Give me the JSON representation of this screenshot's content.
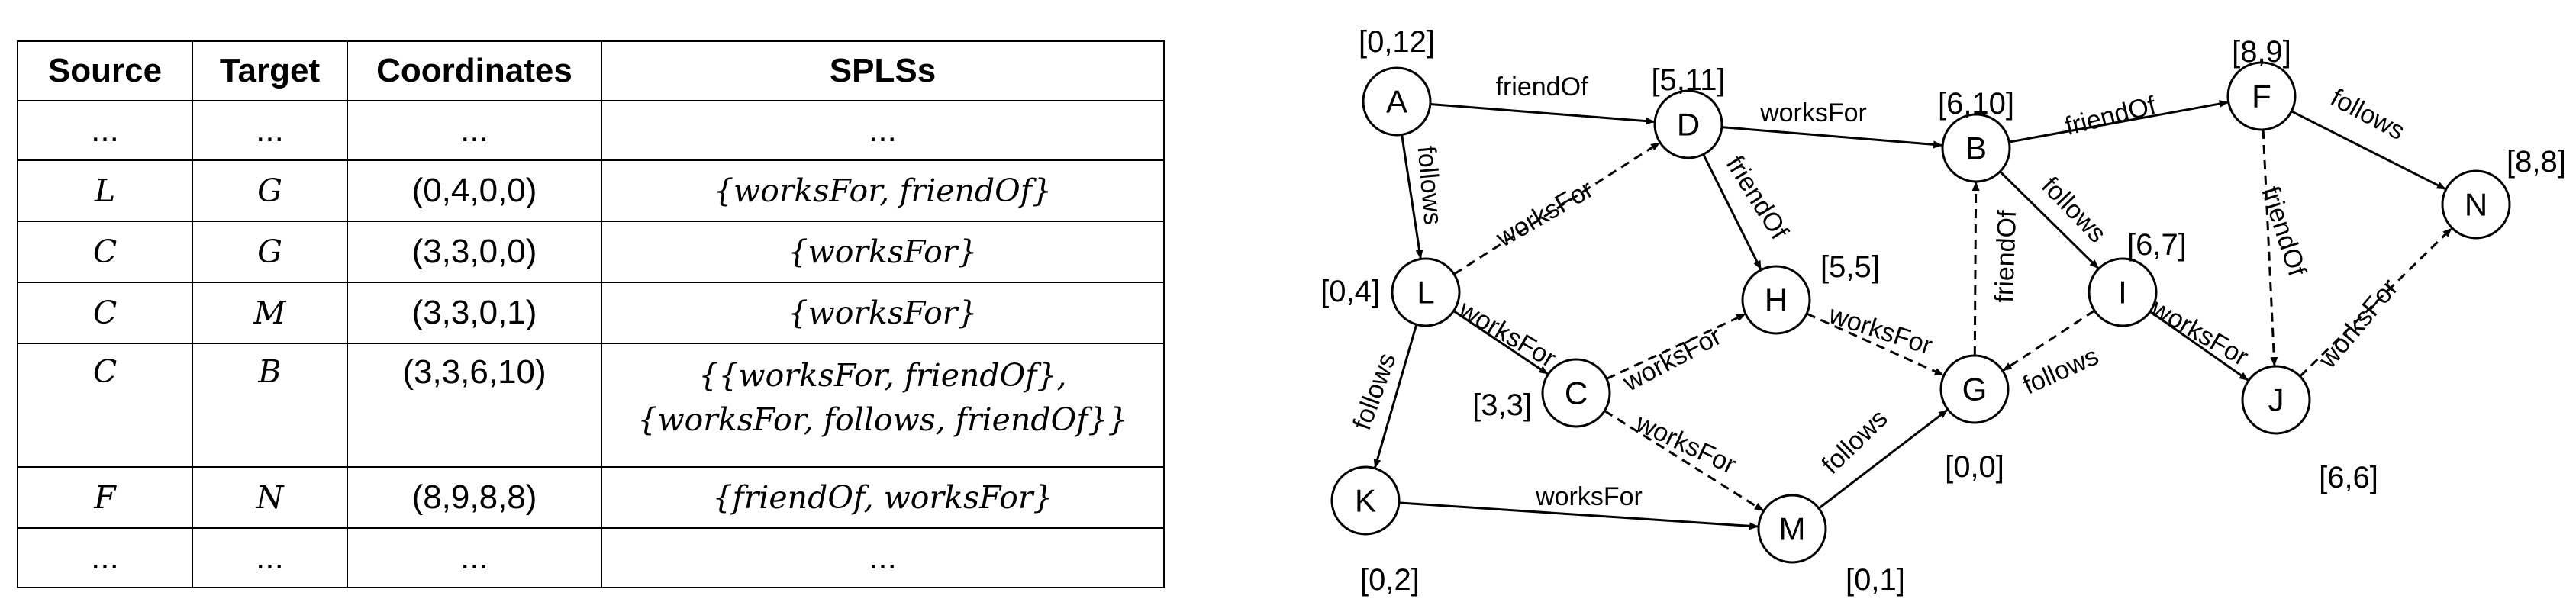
{
  "table": {
    "headers": {
      "source": "Source",
      "target": "Target",
      "coordinates": "Coordinates",
      "spls": "SPLSs"
    },
    "rows": [
      {
        "source": "...",
        "target": "...",
        "coordinates": "...",
        "spls_line1": "...",
        "spls_line2": ""
      },
      {
        "source": "L",
        "target": "G",
        "coordinates": "(0,4,0,0)",
        "spls_line1": "{worksFor, friendOf}",
        "spls_line2": ""
      },
      {
        "source": "C",
        "target": "G",
        "coordinates": "(3,3,0,0)",
        "spls_line1": "{worksFor}",
        "spls_line2": ""
      },
      {
        "source": "C",
        "target": "M",
        "coordinates": "(3,3,0,1)",
        "spls_line1": "{worksFor}",
        "spls_line2": ""
      },
      {
        "source": "C",
        "target": "B",
        "coordinates": "(3,3,6,10)",
        "spls_line1": "{{worksFor, friendOf},",
        "spls_line2": "{worksFor, follows, friendOf}}"
      },
      {
        "source": "F",
        "target": "N",
        "coordinates": "(8,9,8,8)",
        "spls_line1": "{friendOf, worksFor}",
        "spls_line2": ""
      },
      {
        "source": "...",
        "target": "...",
        "coordinates": "...",
        "spls_line1": "...",
        "spls_line2": ""
      }
    ]
  },
  "graph": {
    "nodes": [
      {
        "id": "A",
        "coord": "[0,12]"
      },
      {
        "id": "D",
        "coord": "[5,11]"
      },
      {
        "id": "B",
        "coord": "[6,10]"
      },
      {
        "id": "F",
        "coord": "[8,9]"
      },
      {
        "id": "N",
        "coord": "[8,8]"
      },
      {
        "id": "L",
        "coord": "[0,4]"
      },
      {
        "id": "H",
        "coord": "[5,5]"
      },
      {
        "id": "I",
        "coord": "[6,7]"
      },
      {
        "id": "C",
        "coord": "[3,3]"
      },
      {
        "id": "G",
        "coord": "[0,0]"
      },
      {
        "id": "J",
        "coord": "[6,6]"
      },
      {
        "id": "K",
        "coord": "[0,2]"
      },
      {
        "id": "M",
        "coord": "[0,1]"
      }
    ],
    "edges": [
      {
        "from": "A",
        "to": "D",
        "label": "friendOf",
        "style": "solid"
      },
      {
        "from": "D",
        "to": "B",
        "label": "worksFor",
        "style": "solid"
      },
      {
        "from": "B",
        "to": "F",
        "label": "friendOf",
        "style": "solid"
      },
      {
        "from": "F",
        "to": "N",
        "label": "follows",
        "style": "solid"
      },
      {
        "from": "A",
        "to": "L",
        "label": "follows",
        "style": "solid"
      },
      {
        "from": "L",
        "to": "D",
        "label": "worksFor",
        "style": "dashed"
      },
      {
        "from": "D",
        "to": "H",
        "label": "friendOf",
        "style": "solid"
      },
      {
        "from": "G",
        "to": "B",
        "label": "friendOf",
        "style": "dashed"
      },
      {
        "from": "B",
        "to": "I",
        "label": "follows",
        "style": "solid"
      },
      {
        "from": "F",
        "to": "J",
        "label": "friendOf",
        "style": "dashed"
      },
      {
        "from": "L",
        "to": "C",
        "label": "worksFor",
        "style": "solid"
      },
      {
        "from": "C",
        "to": "H",
        "label": "worksFor",
        "style": "dashed"
      },
      {
        "from": "H",
        "to": "G",
        "label": "worksFor",
        "style": "dashed"
      },
      {
        "from": "I",
        "to": "G",
        "label": "follows",
        "style": "dashed"
      },
      {
        "from": "I",
        "to": "J",
        "label": "worksFor",
        "style": "solid"
      },
      {
        "from": "J",
        "to": "N",
        "label": "worksFor",
        "style": "dashed"
      },
      {
        "from": "L",
        "to": "K",
        "label": "follows",
        "style": "solid"
      },
      {
        "from": "C",
        "to": "M",
        "label": "worksFor",
        "style": "dashed"
      },
      {
        "from": "K",
        "to": "M",
        "label": "worksFor",
        "style": "solid"
      },
      {
        "from": "M",
        "to": "G",
        "label": "follows",
        "style": "solid"
      }
    ]
  }
}
